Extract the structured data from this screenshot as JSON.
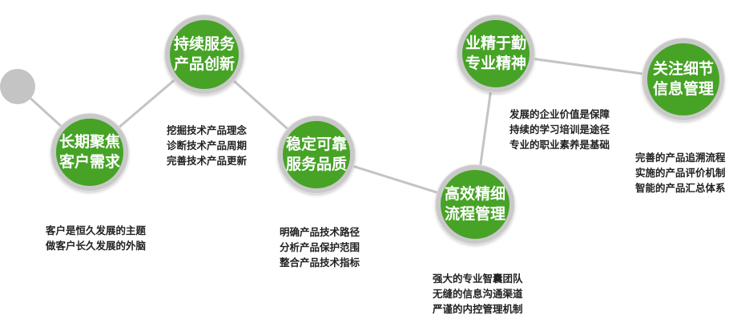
{
  "colors": {
    "node_fill": "#46a326",
    "node_ring": "#c9c9c9",
    "line": "#c4c4c4",
    "text": "#222222"
  },
  "nodes": [
    {
      "id": "long-term",
      "title": "长期聚焦\n客户需求",
      "desc": "客户是恒久发展的主题\n做客户长久发展的外脑"
    },
    {
      "id": "service",
      "title": "持续服务\n产品创新",
      "desc": "挖掘技术产品理念\n诊断技术产品周期\n完善技术产品更新"
    },
    {
      "id": "quality",
      "title": "稳定可靠\n服务品质",
      "desc": "明确产品技术路径\n分析产品保护范围\n整合产品技术指标"
    },
    {
      "id": "process",
      "title": "高效精细\n流程管理",
      "desc": "强大的专业智囊团队\n无缝的信息沟通渠道\n严谨的内控管理机制"
    },
    {
      "id": "diligence",
      "title": "业精于勤\n专业精神",
      "desc": "发展的企业价值是保障\n持续的学习培训是途径\n专业的职业素养是基础"
    },
    {
      "id": "detail",
      "title": "关注细节\n信息管理",
      "desc": "完善的产品追溯流程\n实施的产品评价机制\n智能的产品汇总体系"
    }
  ]
}
